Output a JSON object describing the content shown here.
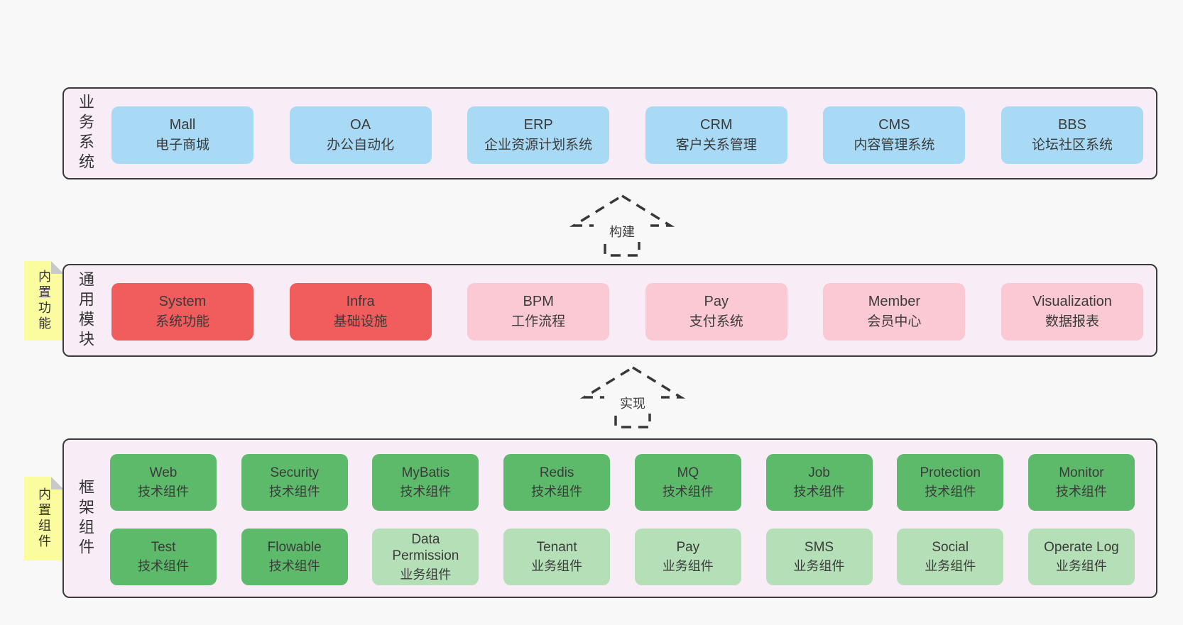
{
  "diagram": {
    "arrows": [
      {
        "label": "构建"
      },
      {
        "label": "实现"
      }
    ],
    "bands": [
      {
        "label": "业务系统",
        "boxes": [
          {
            "name": "Mall",
            "desc": "电子商城",
            "type": "blue"
          },
          {
            "name": "OA",
            "desc": "办公自动化",
            "type": "blue"
          },
          {
            "name": "ERP",
            "desc": "企业资源计划系统",
            "type": "blue"
          },
          {
            "name": "CRM",
            "desc": "客户关系管理",
            "type": "blue"
          },
          {
            "name": "CMS",
            "desc": "内容管理系统",
            "type": "blue"
          },
          {
            "name": "BBS",
            "desc": "论坛社区系统",
            "type": "blue"
          }
        ]
      },
      {
        "label": "通用模块",
        "note": "内置功能",
        "boxes": [
          {
            "name": "System",
            "desc": "系统功能",
            "type": "red"
          },
          {
            "name": "Infra",
            "desc": "基础设施",
            "type": "red"
          },
          {
            "name": "BPM",
            "desc": "工作流程",
            "type": "pink"
          },
          {
            "name": "Pay",
            "desc": "支付系统",
            "type": "pink"
          },
          {
            "name": "Member",
            "desc": "会员中心",
            "type": "pink"
          },
          {
            "name": "Visualization",
            "desc": "数据报表",
            "type": "pink"
          }
        ]
      },
      {
        "label": "框架组件",
        "note": "内置组件",
        "rows": [
          [
            {
              "name": "Web",
              "desc": "技术组件",
              "type": "green"
            },
            {
              "name": "Security",
              "desc": "技术组件",
              "type": "green"
            },
            {
              "name": "MyBatis",
              "desc": "技术组件",
              "type": "green"
            },
            {
              "name": "Redis",
              "desc": "技术组件",
              "type": "green"
            },
            {
              "name": "MQ",
              "desc": "技术组件",
              "type": "green"
            },
            {
              "name": "Job",
              "desc": "技术组件",
              "type": "green"
            },
            {
              "name": "Protection",
              "desc": "技术组件",
              "type": "green"
            },
            {
              "name": "Monitor",
              "desc": "技术组件",
              "type": "green"
            }
          ],
          [
            {
              "name": "Test",
              "desc": "技术组件",
              "type": "green"
            },
            {
              "name": "Flowable",
              "desc": "技术组件",
              "type": "green"
            },
            {
              "name": "Data Permission",
              "desc": "业务组件",
              "type": "light-green"
            },
            {
              "name": "Tenant",
              "desc": "业务组件",
              "type": "light-green"
            },
            {
              "name": "Pay",
              "desc": "业务组件",
              "type": "light-green"
            },
            {
              "name": "SMS",
              "desc": "业务组件",
              "type": "light-green"
            },
            {
              "name": "Social",
              "desc": "业务组件",
              "type": "light-green"
            },
            {
              "name": "Operate Log",
              "desc": "业务组件",
              "type": "light-green"
            }
          ]
        ]
      }
    ],
    "colors": {
      "blue": "#a8daf5",
      "red": "#f15c5c",
      "pink": "#fbc9d4",
      "green": "#5cba6a",
      "light_green": "#b5dfb7",
      "band_bg": "#f8edf6",
      "note_bg": "#fbfb9f",
      "page_bg": "#f8f8f8",
      "border": "#3a3a3a",
      "text": "#3b3b3b"
    }
  }
}
